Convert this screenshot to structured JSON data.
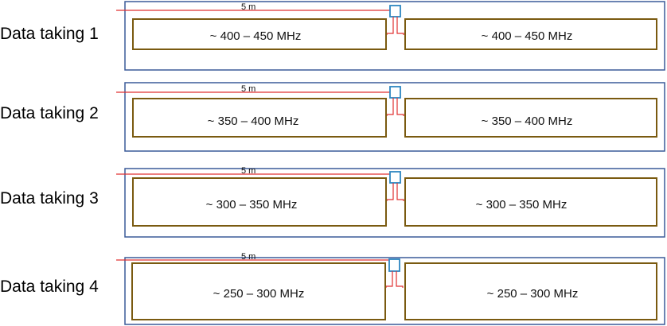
{
  "colors": {
    "outer_frame": "#3a5a98",
    "antenna_frame": "#7a5a10",
    "cable": "#e03030",
    "receiver": "#2e86c1",
    "text": "#000000"
  },
  "rows": [
    {
      "label": "Data taking 1",
      "distance": "5 m",
      "left_band": "~ 400 – 450 MHz",
      "right_band": "~ 400 – 450 MHz"
    },
    {
      "label": "Data taking 2",
      "distance": "5 m",
      "left_band": "~ 350 – 400 MHz",
      "right_band": "~ 350 – 400 MHz"
    },
    {
      "label": "Data taking 3",
      "distance": "5 m",
      "left_band": "~ 300 – 350 MHz",
      "right_band": "~ 300 – 350 MHz"
    },
    {
      "label": "Data taking 4",
      "distance": "5 m",
      "left_band": "~ 250 – 300 MHz",
      "right_band": "~ 250 – 300 MHz"
    }
  ]
}
